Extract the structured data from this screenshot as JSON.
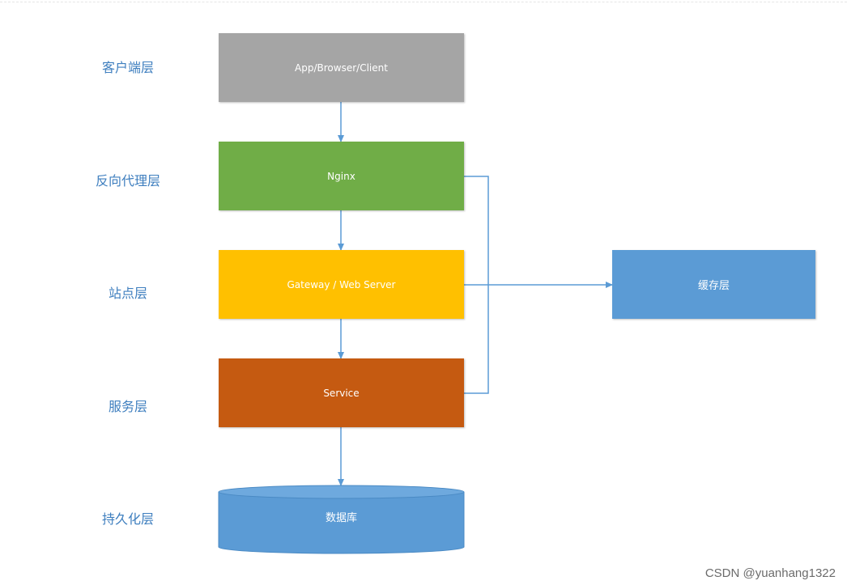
{
  "layers": {
    "client": "客户端层",
    "proxy": "反向代理层",
    "site": "站点层",
    "service": "服务层",
    "persistence": "持久化层"
  },
  "boxes": {
    "client": "App/Browser/Client",
    "nginx": "Nginx",
    "gateway": "Gateway / Web Server",
    "service": "Service",
    "database": "数据库",
    "cache": "缓存层"
  },
  "colors": {
    "client": "#a5a5a5",
    "nginx": "#70ad47",
    "gateway": "#ffc000",
    "service": "#c55a11",
    "database": "#5b9bd5",
    "cache": "#5b9bd5",
    "connector": "#5b9bd5",
    "label": "#3f7fbf"
  },
  "watermark": "CSDN @yuanhang1322"
}
